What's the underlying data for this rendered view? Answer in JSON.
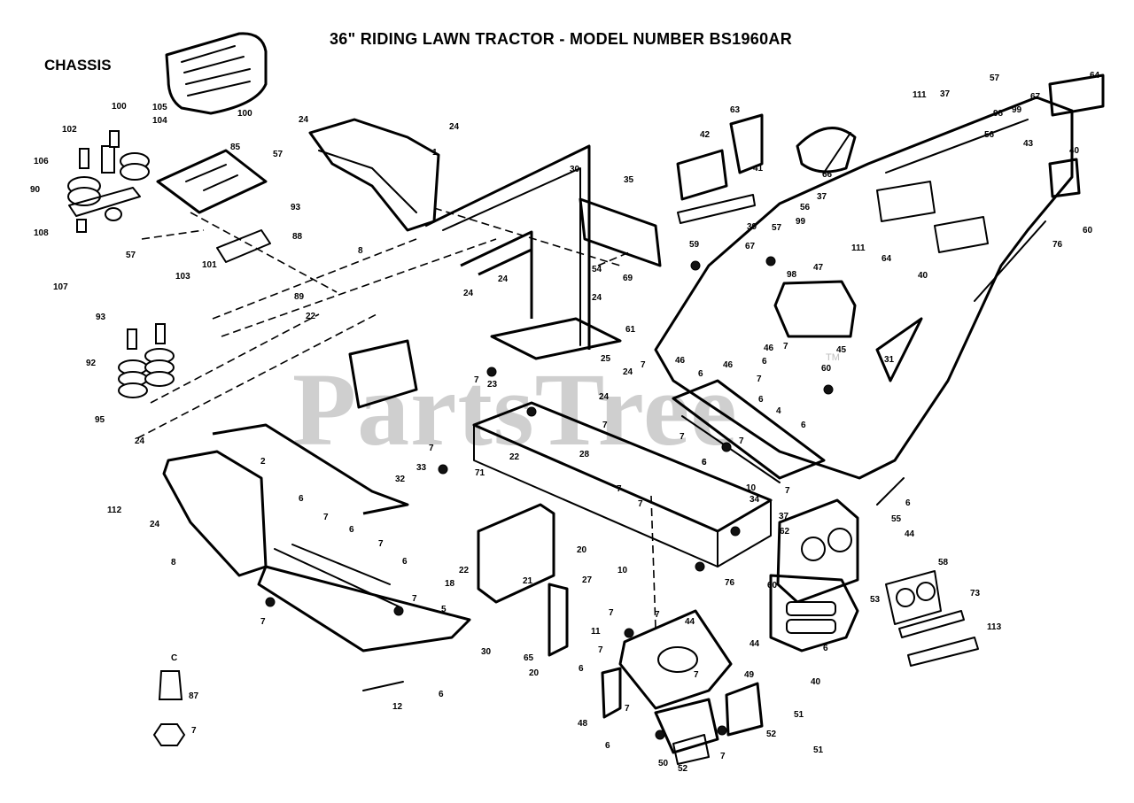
{
  "title": "36\" RIDING LAWN TRACTOR - MODEL NUMBER BS1960AR",
  "section": "CHASSIS",
  "watermark": "PartsTree",
  "watermark_tm": "TM",
  "callouts": [
    "100",
    "105",
    "104",
    "100",
    "102",
    "85",
    "57",
    "106",
    "90",
    "93",
    "108",
    "88",
    "57",
    "101",
    "103",
    "107",
    "89",
    "22",
    "93",
    "92",
    "95",
    "24",
    "24",
    "1",
    "24",
    "8",
    "30",
    "35",
    "42",
    "63",
    "41",
    "66",
    "39",
    "59",
    "54",
    "69",
    "61",
    "24",
    "24",
    "25",
    "24",
    "23",
    "7",
    "24",
    "7",
    "28",
    "7",
    "22",
    "71",
    "33",
    "7",
    "32",
    "2",
    "112",
    "24",
    "6",
    "7",
    "6",
    "7",
    "6",
    "8",
    "7",
    "5",
    "7",
    "6",
    "12",
    "C",
    "87",
    "7",
    "18",
    "22",
    "30",
    "21",
    "20",
    "27",
    "65",
    "11",
    "20",
    "10",
    "76",
    "60",
    "7",
    "7",
    "7",
    "44",
    "44",
    "7",
    "6",
    "48",
    "7",
    "49",
    "40",
    "6",
    "51",
    "52",
    "6",
    "50",
    "52",
    "7",
    "51",
    "111",
    "37",
    "57",
    "98",
    "99",
    "67",
    "64",
    "56",
    "43",
    "40",
    "37",
    "56",
    "99",
    "57",
    "67",
    "111",
    "64",
    "40",
    "76",
    "60",
    "98",
    "47",
    "45",
    "31",
    "46",
    "46",
    "46",
    "6",
    "6",
    "7",
    "60",
    "7",
    "6",
    "4",
    "6",
    "7",
    "7",
    "6",
    "10",
    "7",
    "34",
    "37",
    "62",
    "55",
    "44",
    "6",
    "58",
    "73",
    "53",
    "113",
    "7",
    "6",
    "24",
    "7"
  ]
}
